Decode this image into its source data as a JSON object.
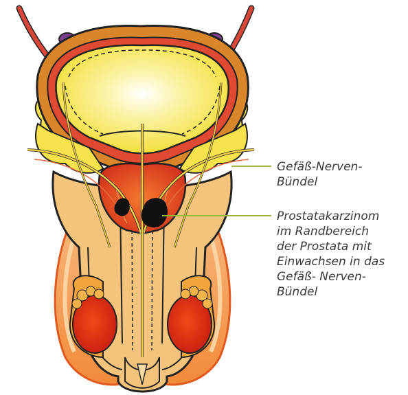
{
  "labels": {
    "neurovascular_bundle": {
      "lines": [
        "Gefäß-Nerven-",
        "Bündel"
      ]
    },
    "prostate_carcinoma": {
      "lines": [
        "Prostatakarzinom",
        "im Randbereich",
        "der Prostata mit",
        "Einwachsen in das",
        "Gefäß- Nerven-",
        "Bündel"
      ]
    }
  },
  "colors": {
    "leader_line": "#9aba3c",
    "artery": "#d9463a",
    "bladder_wall": "#d9862a",
    "bladder_lumen": "#f4e64a",
    "nerve": "#e8c23a",
    "tumor": "#111111",
    "prostate": "#d93d1e"
  }
}
